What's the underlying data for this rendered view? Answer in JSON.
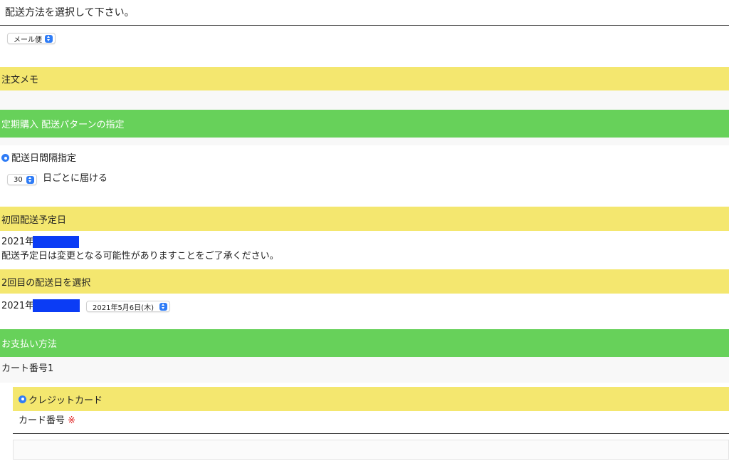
{
  "shipping": {
    "heading": "配送方法を選択して下さい。",
    "method_selected": "メール便"
  },
  "order_memo": {
    "heading": "注文メモ"
  },
  "subscription": {
    "heading": "定期購入 配送パターンの指定",
    "interval_option_label": "配送日間隔指定",
    "interval_value": "30",
    "interval_suffix": "日ごとに届ける"
  },
  "first_delivery": {
    "heading": "初回配送予定日",
    "year_prefix": "2021年",
    "notice": "配送予定日は変更となる可能性がありますことをご了承ください。"
  },
  "second_delivery": {
    "heading": "2回目の配送日を選択",
    "year_prefix": "2021年",
    "date_selected": "2021年5月6日(木)"
  },
  "payment": {
    "heading": "お支払い方法",
    "card_slot_label": "カート番号1",
    "credit_card_label": "クレジットカード",
    "card_number_label": "カード番号",
    "required_mark": "※"
  },
  "colors": {
    "yellow_band": "#f4e76f",
    "green_band": "#67d15a",
    "accent_blue": "#2f7cf6",
    "redaction_blue": "#0b3cf5",
    "required_red": "#e02020"
  }
}
